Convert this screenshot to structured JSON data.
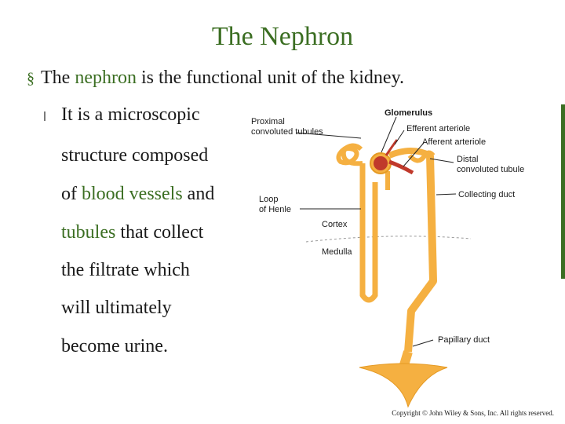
{
  "slide": {
    "title": "The Nephron",
    "bullet_marker": "§",
    "bullet1": {
      "pre": "The ",
      "highlight": "nephron",
      "post": " is the functional unit of the kidney."
    },
    "sub_lines": [
      "It is a microscopic",
      "structure composed",
      "of ",
      "blood vessels",
      " and",
      "tubules",
      " that collect",
      "the filtrate which",
      "will ultimately",
      "become urine."
    ],
    "colors": {
      "accent": "#3b6e22",
      "tubule": "#f5b041",
      "tubule_dark": "#e59a24",
      "glomerulus": "#c0392b"
    }
  },
  "diagram": {
    "labels": {
      "proximal": [
        "Proximal",
        "convoluted tubules"
      ],
      "glomerulus": "Glomerulus",
      "efferent": "Efferent arteriole",
      "afferent": "Afferent arteriole",
      "distal": [
        "Distal",
        "convoluted tubule"
      ],
      "loop": [
        "Loop",
        "of Henle"
      ],
      "collecting": "Collecting duct",
      "cortex": "Cortex",
      "medulla": "Medulla",
      "papillary": "Papillary duct"
    }
  },
  "copyright": "Copyright © John Wiley & Sons, Inc. All rights reserved."
}
